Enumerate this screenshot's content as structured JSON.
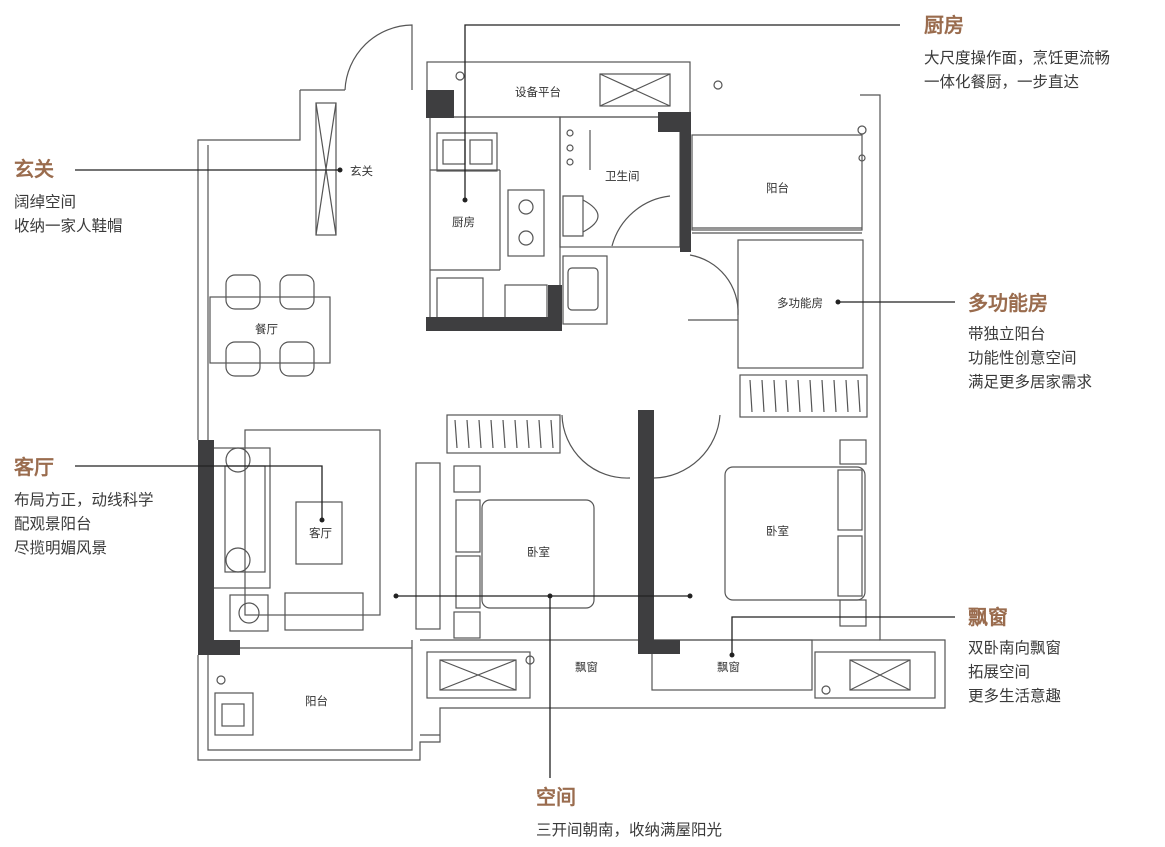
{
  "accent_color": "#9a6c4e",
  "rooms": {
    "equipment_platform": "设备平台",
    "entrance": "玄关",
    "kitchen": "厨房",
    "bathroom": "卫生间",
    "balcony_north": "阳台",
    "multi_room": "多功能房",
    "dining": "餐厅",
    "living": "客厅",
    "bedroom_left": "卧室",
    "bedroom_right": "卧室",
    "bay_left": "飘窗",
    "bay_right": "飘窗",
    "balcony_south": "阳台"
  },
  "annotations": {
    "kitchen": {
      "title": "厨房",
      "lines": [
        "大尺度操作面，烹饪更流畅",
        "一体化餐厨，一步直达"
      ]
    },
    "entrance": {
      "title": "玄关",
      "lines": [
        "阔绰空间",
        "收纳一家人鞋帽"
      ]
    },
    "multi": {
      "title": "多功能房",
      "lines": [
        "带独立阳台",
        "功能性创意空间",
        "满足更多居家需求"
      ]
    },
    "living": {
      "title": "客厅",
      "lines": [
        "布局方正，动线科学",
        "配观景阳台",
        "尽揽明媚风景"
      ]
    },
    "bay": {
      "title": "飘窗",
      "lines": [
        "双卧南向飘窗",
        "拓展空间",
        "更多生活意趣"
      ]
    },
    "space": {
      "title": "空间",
      "lines": [
        "三开间朝南，收纳满屋阳光"
      ]
    }
  }
}
